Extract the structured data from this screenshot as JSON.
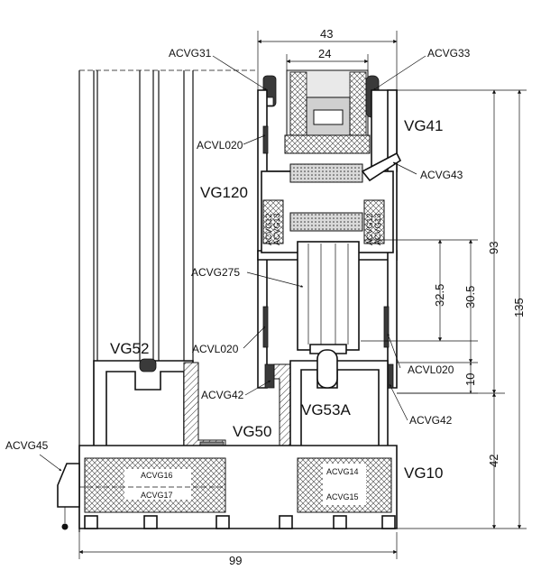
{
  "labels": {
    "acvg31": "ACVG31",
    "acvg33": "ACVG33",
    "acvl020_top": "ACVL020",
    "vg41": "VG41",
    "vg120": "VG120",
    "acvg43": "ACVG43",
    "acvg12_left": "ACVG12",
    "acvg13_left": "ACVG13",
    "acvg12_right": "ACVG12",
    "acvg13_right": "ACVG13",
    "acvg275": "ACVG275",
    "vg52": "VG52",
    "acvl020_mid": "ACVL020",
    "acvl020_right": "ACVL020",
    "acvg42_left": "ACVG42",
    "acvg42_right": "ACVG42",
    "vg53a": "VG53A",
    "vg50": "VG50",
    "acvg45": "ACVG45",
    "acvg16": "ACVG16",
    "acvg17": "ACVG17",
    "acvg14": "ACVG14",
    "acvg15": "ACVG15",
    "vg10": "VG10"
  },
  "dimensions": {
    "top_width": "43",
    "glass_width": "24",
    "bottom_width": "99",
    "right_93": "93",
    "right_135": "135",
    "right_42": "42",
    "inner_32_5": "32.5",
    "inner_30_5": "30.5",
    "inner_10": "10"
  }
}
